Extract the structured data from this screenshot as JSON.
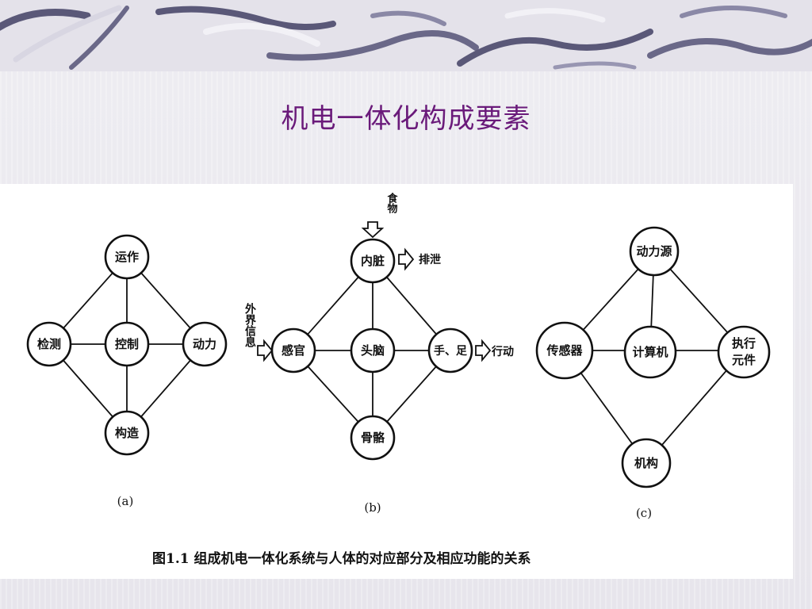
{
  "slide": {
    "title": "机电一体化构成要素"
  },
  "figure": {
    "caption": "图1.1   组成机电一体化系统与人体的对应部分及相应功能的关系",
    "diagram_a": {
      "label": "(a)",
      "nodes": {
        "top": "运作",
        "left": "检测",
        "center": "控制",
        "right": "动力",
        "bottom": "构造"
      }
    },
    "diagram_b": {
      "label": "(b)",
      "nodes": {
        "top": "内脏",
        "left": "感官",
        "center": "头脑",
        "right": "手、足",
        "bottom": "骨骼"
      },
      "external": {
        "food": "食物",
        "excretion": "排泄",
        "outside_info": "外界信息",
        "action": "行动"
      }
    },
    "diagram_c": {
      "label": "(c)",
      "nodes": {
        "top": "动力源",
        "left": "传感器",
        "center": "计算机",
        "right_line1": "执行",
        "right_line2": "元件",
        "bottom": "机构"
      }
    }
  }
}
